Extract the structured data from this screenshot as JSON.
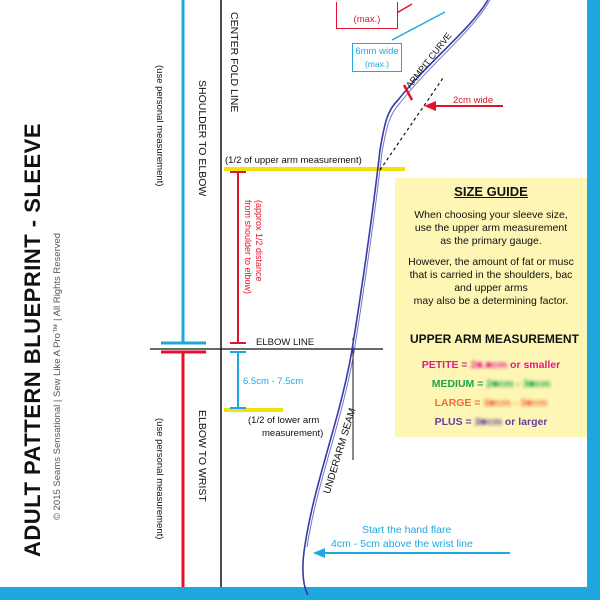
{
  "title": "ADULT PATTERN BLUEPRINT - SLEEVE",
  "copyright": "© 2015   Seams Sensational | Sew Like A Pro™   |   All Rights Reserved",
  "shoulder_to_elbow": "SHOULDER TO ELBOW",
  "use_personal_measurement_top": "(use personal measurement)",
  "elbow_to_wrist": "ELBOW TO WRIST",
  "use_personal_measurement_bottom": "(use personal measurement)",
  "center_fold_line": "CENTER FOLD LINE",
  "upper_arm_half": "(1/2 of upper arm measurement)",
  "approx_half_line1": "(approx 1/2 distance",
  "approx_half_line2": "from shoulder to elbow)",
  "elbow_line": "ELBOW  LINE",
  "range_65_75": "6.5cm - 7.5cm",
  "lower_arm_half_line1": "(1/2 of lower arm",
  "lower_arm_half_line2": "measurement)",
  "underarm_seam": "UNDERARM  SEAM",
  "armpit_curve": "ARMPIT CURVE",
  "cm2_wide": "2cm wide",
  "max_red": "(max.)",
  "mm6_wide": "6mm wide",
  "max_blue": "(max.)",
  "hand_flare_line1": "Start the hand flare",
  "hand_flare_line2": "4cm - 5cm above the wrist line",
  "size_guide": {
    "heading": "SIZE GUIDE",
    "p1": [
      "When choosing your sleeve size,",
      "use the upper arm measurement",
      "as the primary gauge."
    ],
    "p2": [
      "However, the amount of fat or musc",
      "that is carried in the shoulders, bac",
      "and upper arms",
      "may also be a determining factor."
    ],
    "section": "UPPER ARM MEASUREMENT",
    "sizes": [
      {
        "label": "PETITE = ",
        "value": "2■.■cm",
        "suffix": " or smaller",
        "color": "#e8178a"
      },
      {
        "label": "MEDIUM = ",
        "value": "2■cm - 3■cm",
        "suffix": "",
        "color": "#1aa64a"
      },
      {
        "label": "LARGE = ",
        "value": "3■cm - 3■cm",
        "suffix": "",
        "color": "#f26b3a"
      },
      {
        "label": "PLUS = ",
        "value": "3■cm",
        "suffix": " or larger",
        "color": "#6a3d9a"
      }
    ]
  },
  "colors": {
    "blue": "#1fa8e0",
    "red": "#e3122b",
    "yellow": "#f2e20a",
    "seam": "#3a3aa8",
    "guide_bg": "#fdf6b4"
  }
}
